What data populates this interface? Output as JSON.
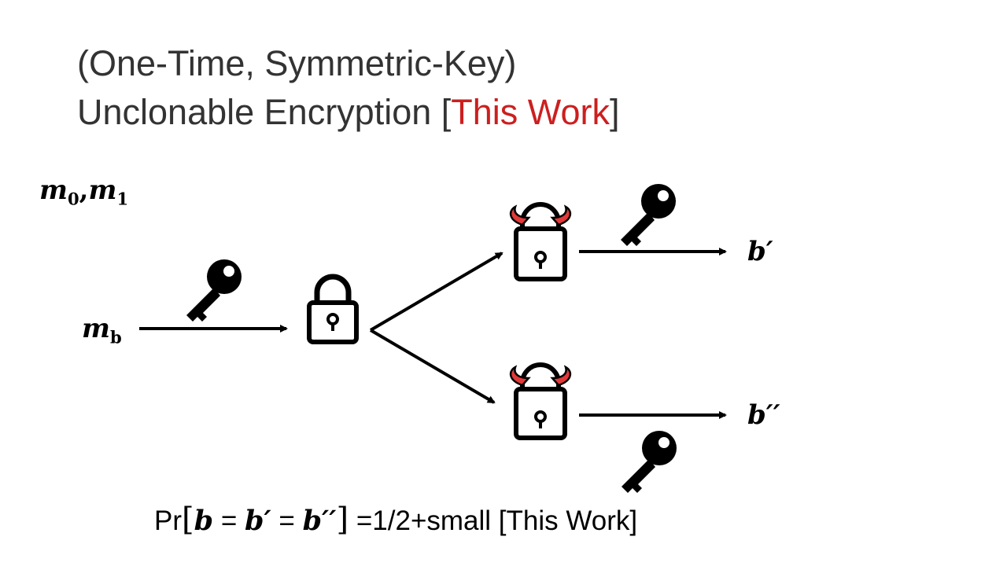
{
  "title": {
    "line1": "(One-Time, Symmetric-Key)",
    "line2_prefix": "Unclonable Encryption [",
    "line2_highlight": "This Work",
    "line2_suffix": "]",
    "highlight_color": "#cc1f1f"
  },
  "labels": {
    "m0": "m",
    "m0_sub": "0",
    "sep": ",",
    "m1": "m",
    "m1_sub": "1",
    "mb": "m",
    "mb_sub": "b",
    "b_prime": "b′",
    "b_double_prime": "b′′"
  },
  "icons": {
    "key": "key-icon",
    "lock": "padlock-icon",
    "adversary": "devil-padlock-icon",
    "devil_horn_color": "#e03a3a"
  },
  "formula": {
    "prefix": "Pr",
    "open": "[",
    "b": "b",
    "eq1": " = ",
    "b1": "b′",
    "eq2": " = ",
    "b2": "b′′",
    "close": "]",
    "rest": " =1/2+small  [This Work]"
  }
}
